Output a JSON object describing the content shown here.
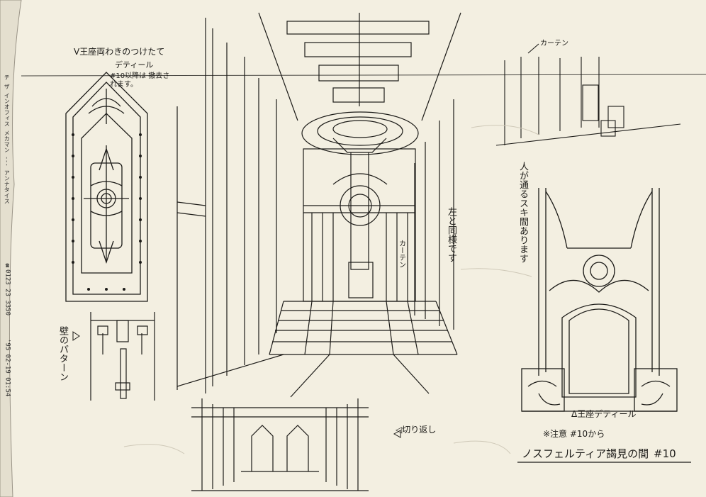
{
  "notes": {
    "throne_back_title": "V王座両わきのつけたて",
    "throne_back_detail": "デティール",
    "throne_back_removed": "#10以降は 撤去されます。",
    "wall_pattern": "壁のパターン",
    "curtain_top": "カーテン",
    "curtain_center": "カーテン",
    "same_as_left": "左と同様です",
    "person_gap": "人が通るスキ間あります",
    "throne_detail": "Δ王座デティール",
    "repeat": "◁切り返し",
    "caution": "※注意 #10から",
    "title": "ノスフェルティア謁見の間",
    "episode": "#10"
  },
  "fax": {
    "date": "'95 02-19 01:54",
    "phone": "☎0123 23 3350",
    "sender": "チ ザ インオフィス メカマン --- アンナタイス"
  },
  "colors": {
    "paper": "#f3efe1",
    "ink": "#1c1b18",
    "faint": "#b9b4a6"
  }
}
